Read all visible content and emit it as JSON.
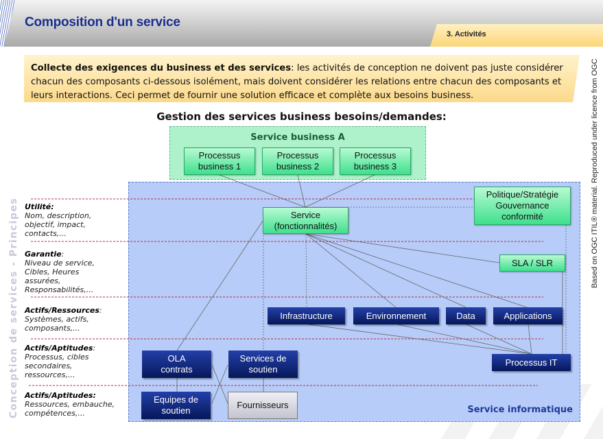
{
  "header": {
    "title": "Composition d'un service",
    "tab": "3. Activités"
  },
  "intro": {
    "bold": "Collecte des exigences du business et des services",
    "text": ": les activités de conception ne doivent pas juste considérer chacun des composants ci-dessous isolément, mais doivent considérer les relations entre chacun des composants et leurs interactions. Ceci permet de fournir une solution efficace et complète aux besoins business."
  },
  "credit": "Based on OGC ITIL® material. Reproduced under licence from OGC",
  "side_label": "Conception de services - Principes",
  "diagram": {
    "heading": "Gestion des services business besoins/demandes:",
    "business_service": "Service business A",
    "business_processes": [
      "Processus business 1",
      "Processus business 2",
      "Processus business 3"
    ],
    "it_service_label": "Service informatique",
    "service": "Service (fonctionnalités)",
    "policy": "Politique/Stratégie Gouvernance conformité",
    "sla": "SLA / SLR",
    "assets": [
      "Infrastructure",
      "Environnement",
      "Data",
      "Applications"
    ],
    "it_process": "Processus IT",
    "ola": "OLA contrats",
    "support_services": "Services de soutien",
    "support_teams": "Equipes de soutien",
    "suppliers": "Fournisseurs"
  },
  "rows": [
    {
      "title": "Utilité",
      "desc": "Nom, description, objectif, impact, contacts,..."
    },
    {
      "title": "Garantie",
      "desc": "Niveau de service, Cibles, Heures assurées, Responsabilités,..."
    },
    {
      "title": "Actifs/Ressources",
      "desc": "Systèmes, actifs, composants,..."
    },
    {
      "title": "Actifs/Aptitudes",
      "desc": "Processus, cibles secondaires, ressources,..."
    },
    {
      "title": "Actifs/Aptitudes:",
      "desc": "Ressources, embauche, compétences,..."
    }
  ]
}
